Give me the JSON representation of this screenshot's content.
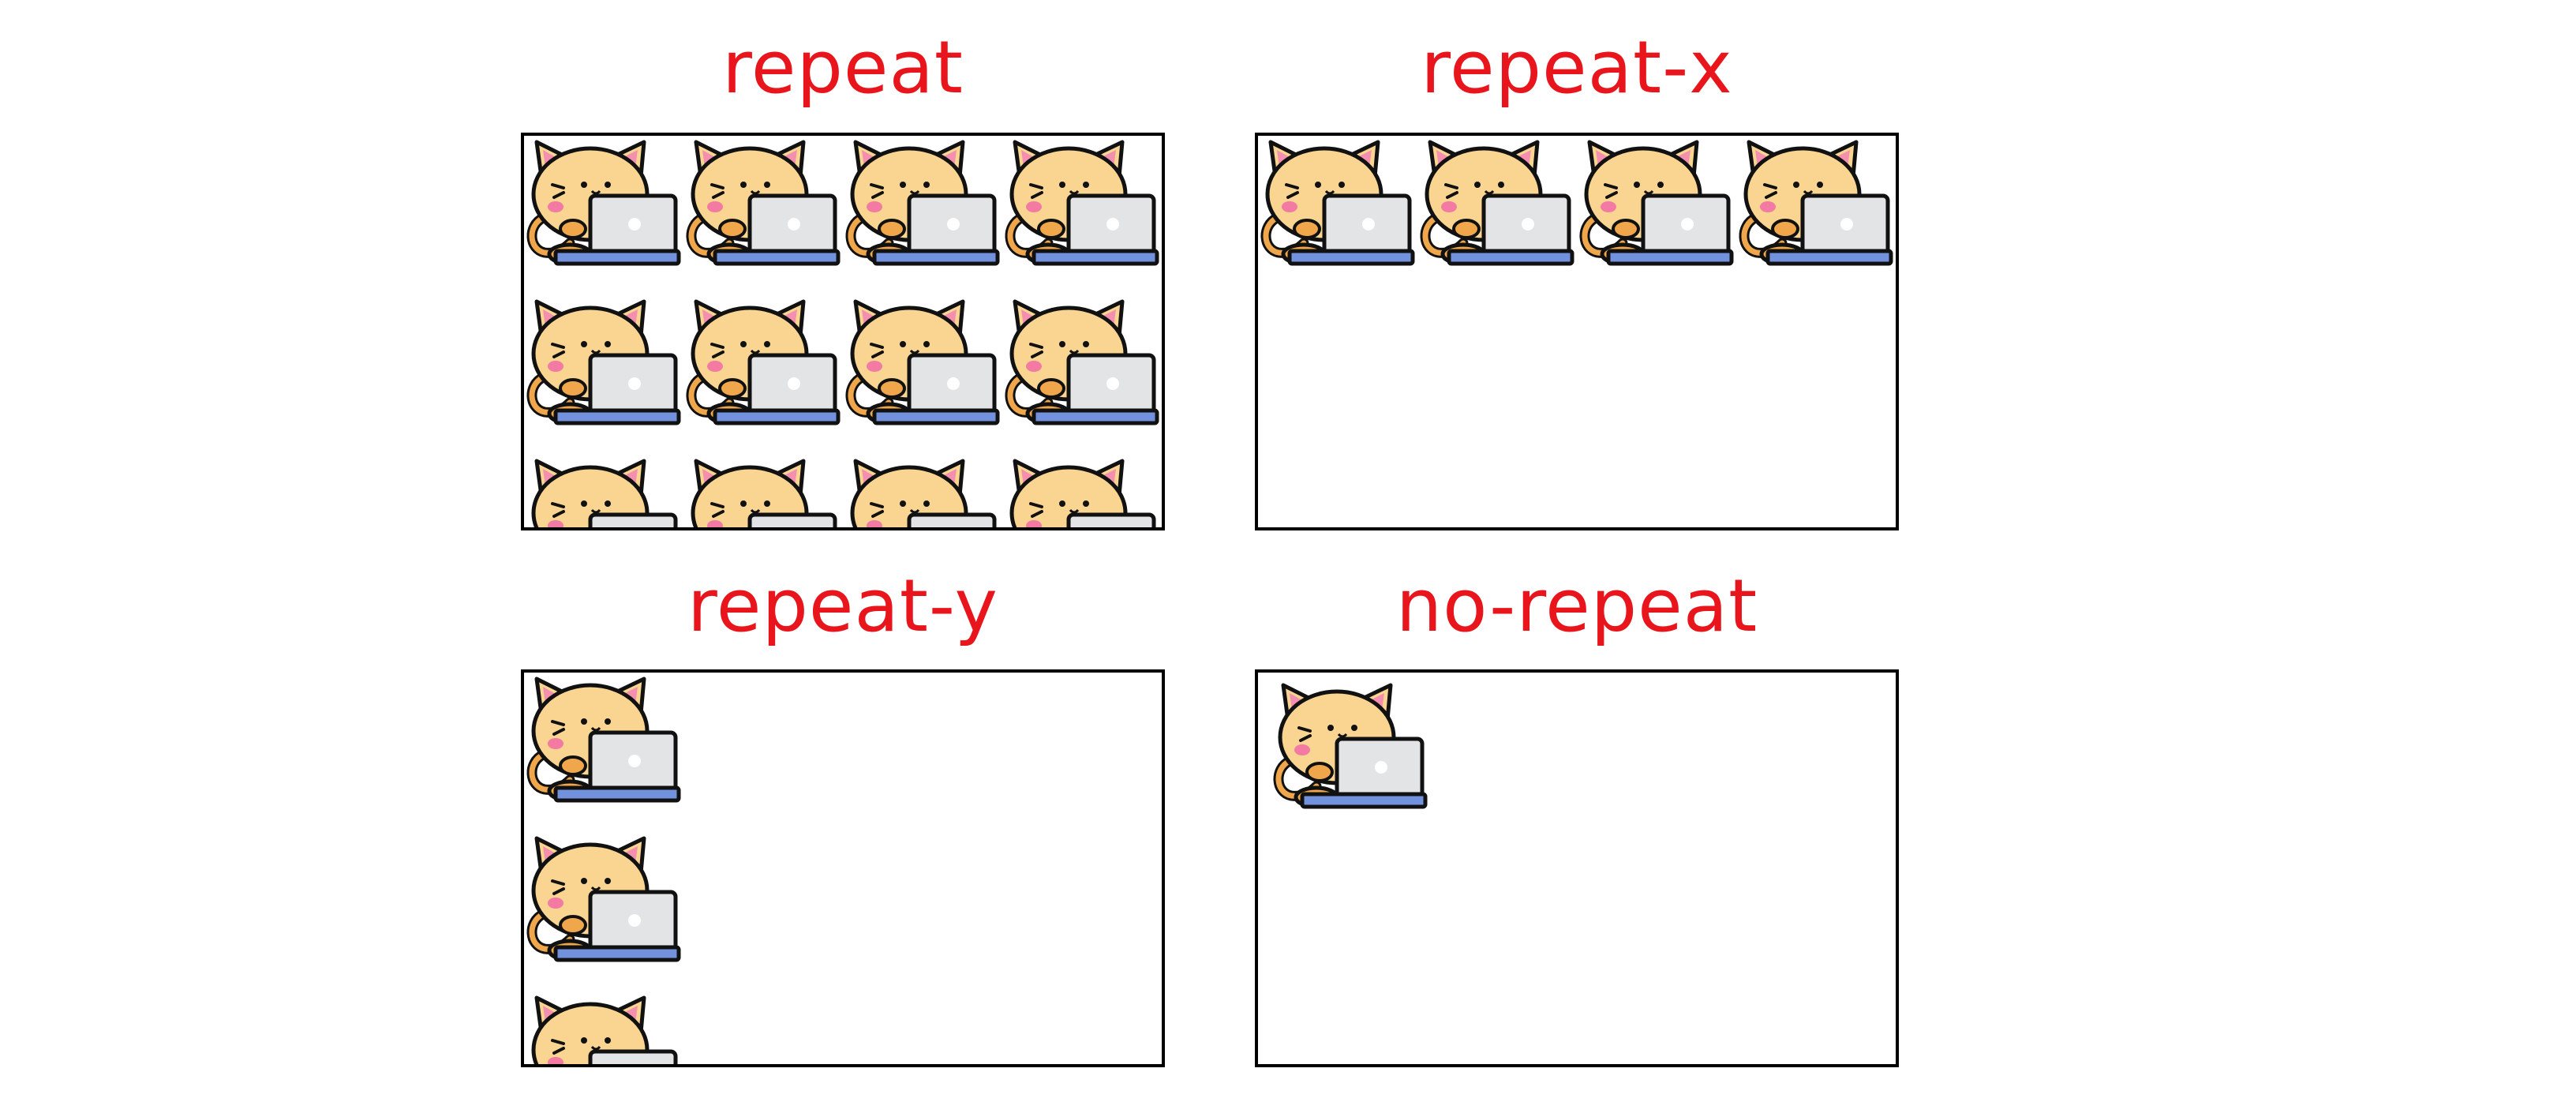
{
  "colors": {
    "title": "#e8161c",
    "border": "#000000",
    "cat_fill": "#f9d591",
    "cat_tail": "#f0a64a",
    "ear_inner": "#f58fb0",
    "cheek": "#f27aa3",
    "laptop_screen": "#e3e4e6",
    "laptop_base": "#7392de"
  },
  "icon": "cat-with-laptop-icon",
  "panels": [
    {
      "key": "repeat",
      "label": "repeat"
    },
    {
      "key": "repeat_x",
      "label": "repeat-x"
    },
    {
      "key": "repeat_y",
      "label": "repeat-y"
    },
    {
      "key": "no_repeat",
      "label": "no-repeat"
    }
  ]
}
